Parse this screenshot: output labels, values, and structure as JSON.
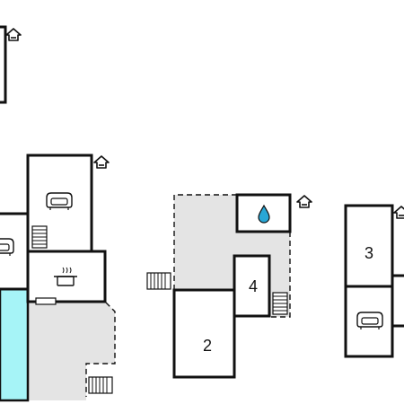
{
  "colors": {
    "wall": "#111111",
    "terrace": "#e4e4e4",
    "pool": "#a6f4f7",
    "background": "#ffffff",
    "water_drop": "#29a7d6"
  },
  "rooms": [
    {
      "id": "room-2",
      "label": "2"
    },
    {
      "id": "room-3",
      "label": "3"
    },
    {
      "id": "room-4",
      "label": "4"
    }
  ],
  "icons": [
    "entrance-icon",
    "sofa-icon",
    "cooking-pot-icon",
    "stairs-icon",
    "water-drop-icon"
  ]
}
